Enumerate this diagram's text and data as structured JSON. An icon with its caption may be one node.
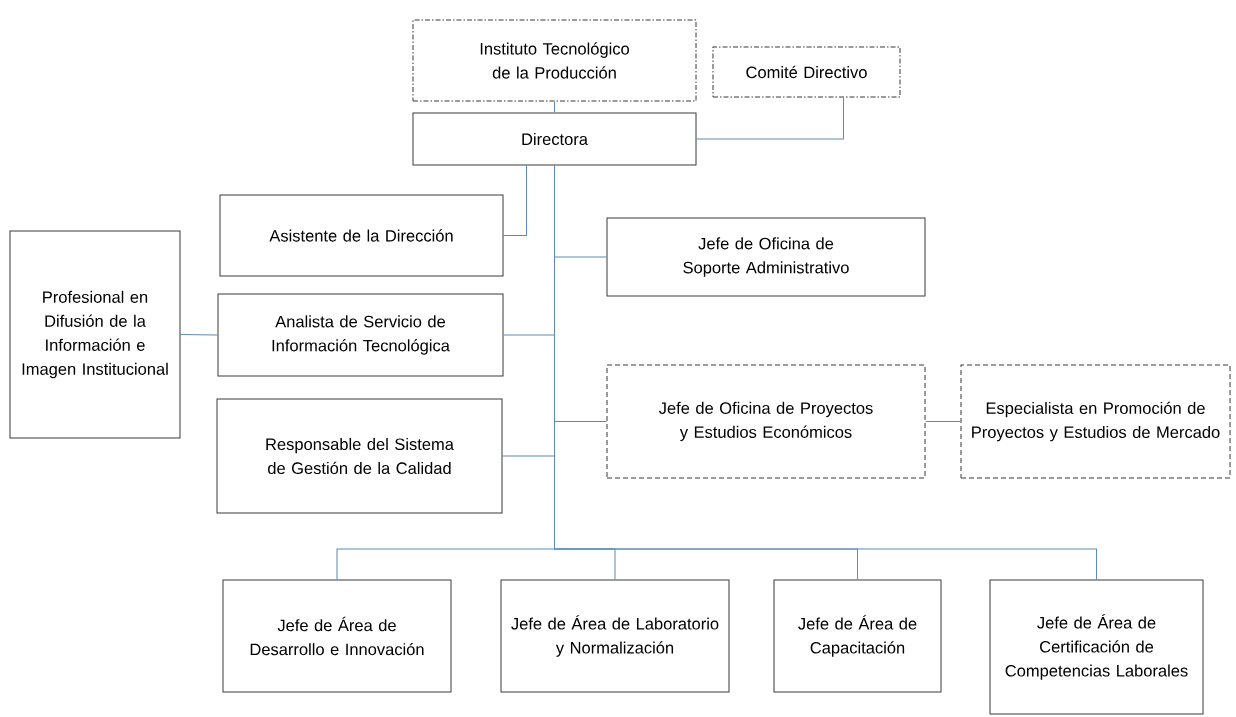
{
  "diagram": {
    "nodes": [
      {
        "text": [
          "Instituto Tecnológico de la Producción"
        ]
      },
      {
        "text": [
          "Comité Directivo"
        ]
      },
      {
        "text": [
          "Directora"
        ]
      },
      {
        "text": [
          "Asistente de la Dirección"
        ]
      },
      {
        "text": [
          "Jefe de Oficina de Soporte Administrativo"
        ]
      },
      {
        "text": [
          "Profesional en Difusión de la Información e Imagen Institucional"
        ]
      },
      {
        "text": [
          "Analista de Servicio de Información Tecnológica"
        ]
      },
      {
        "text": [
          "Jefe de Oficina de Proyectos y Estudios Económicos"
        ]
      },
      {
        "text": [
          "Especialista en Promoción de Proyectos y Estudios de Mercado"
        ]
      },
      {
        "text": [
          "Responsable del Sistema de Gestión de la Calidad"
        ]
      },
      {
        "text": [
          "Jefe de Área de Desarrollo e Innovación"
        ]
      },
      {
        "text": [
          "Jefe de Área de Laboratorio y Normalización"
        ]
      },
      {
        "text": [
          "Jefe de Área de Capacitación"
        ]
      },
      {
        "text": [
          "Jefe de Área de Certificación de Competencias Laborales"
        ]
      }
    ],
    "edges": [
      {
        "from": 0,
        "to": 2,
        "arrow": "none"
      },
      {
        "from": 2,
        "to": 1,
        "arrow": "none"
      },
      {
        "from": 2,
        "to": 3,
        "arrow": "none"
      },
      {
        "from": 2,
        "to": 4,
        "arrow": "none"
      },
      {
        "from": 2,
        "to": 6,
        "arrow": "none"
      },
      {
        "from": 6,
        "to": 5,
        "arrow": "none"
      },
      {
        "from": 2,
        "to": 7,
        "arrow": "none"
      },
      {
        "from": 7,
        "to": 8,
        "arrow": "none"
      },
      {
        "from": 2,
        "to": 9,
        "arrow": "none"
      },
      {
        "from": 2,
        "to": 10,
        "arrow": "none"
      },
      {
        "from": 2,
        "to": 11,
        "arrow": "none"
      },
      {
        "from": 2,
        "to": 12,
        "arrow": "none"
      },
      {
        "from": 2,
        "to": 13,
        "arrow": "none"
      }
    ]
  }
}
